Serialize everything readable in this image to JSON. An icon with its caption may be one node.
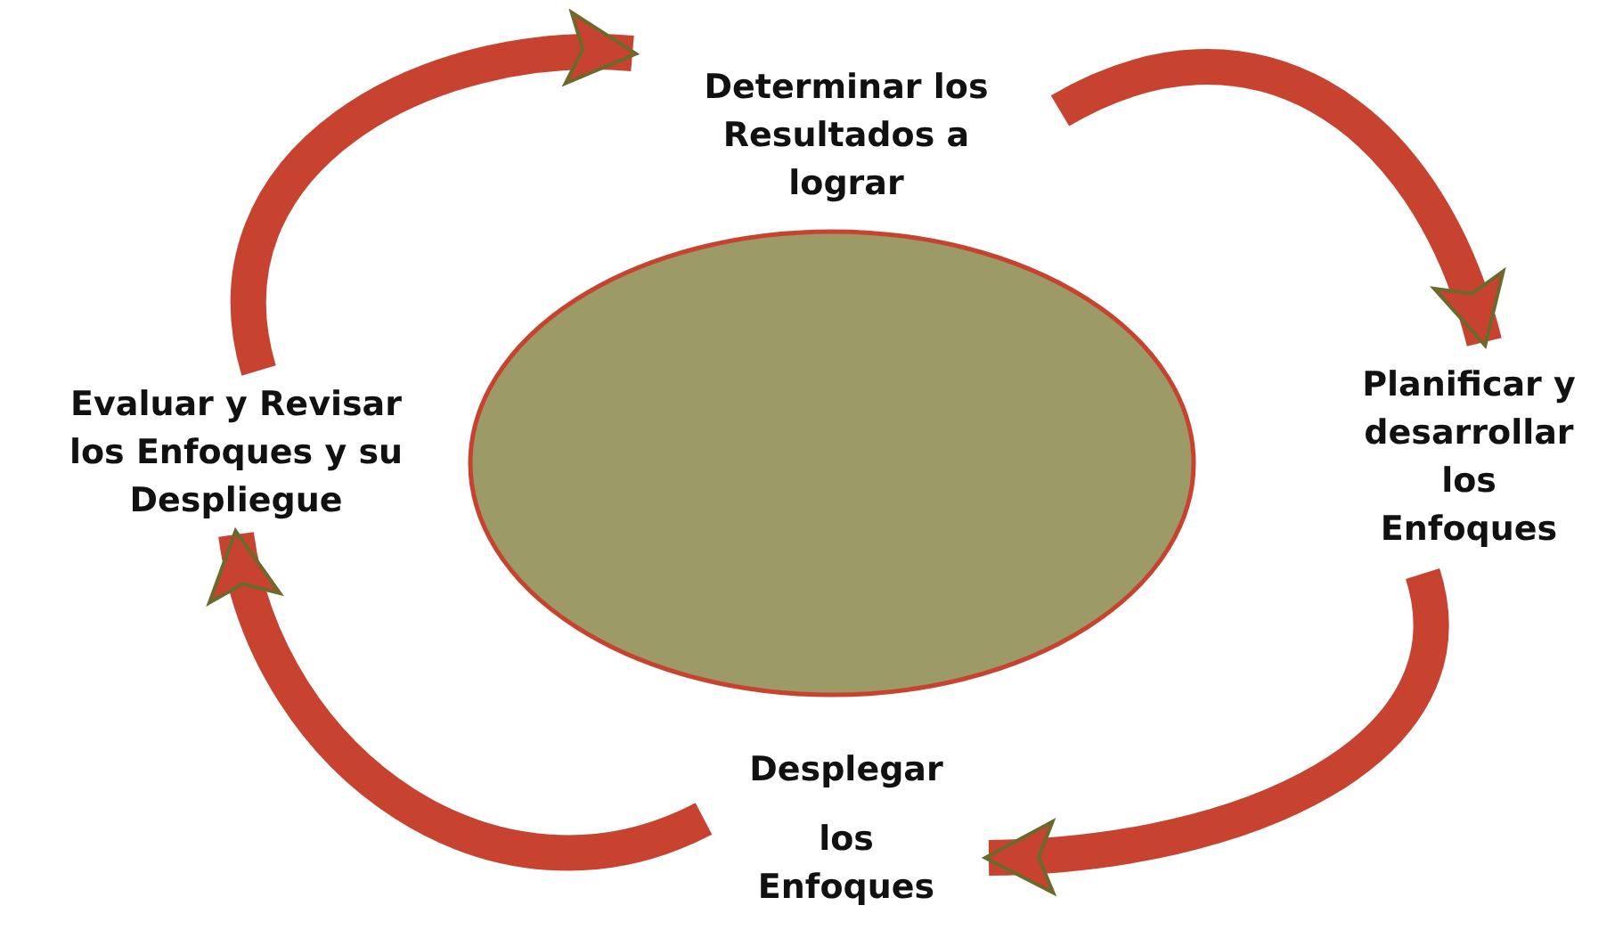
{
  "diagram": {
    "nodes": [
      {
        "text": [
          "Determinar los Resultados a lograr"
        ]
      },
      {
        "text": [
          "Planificar y desarrollar los Enfoques"
        ]
      },
      {
        "text": [
          "Desplegar",
          "los Enfoques"
        ]
      },
      {
        "text": [
          "Evaluar y Revisar los Enfoques y su Despliegue"
        ]
      },
      {
        "text": [],
        "shape": "ellipse"
      }
    ],
    "edges": [
      {
        "from": 0,
        "to": 1,
        "arrow": "to"
      },
      {
        "from": 1,
        "to": 2,
        "arrow": "to"
      },
      {
        "from": 2,
        "to": 3,
        "arrow": "to"
      },
      {
        "from": 3,
        "to": 0,
        "arrow": "to"
      }
    ]
  }
}
